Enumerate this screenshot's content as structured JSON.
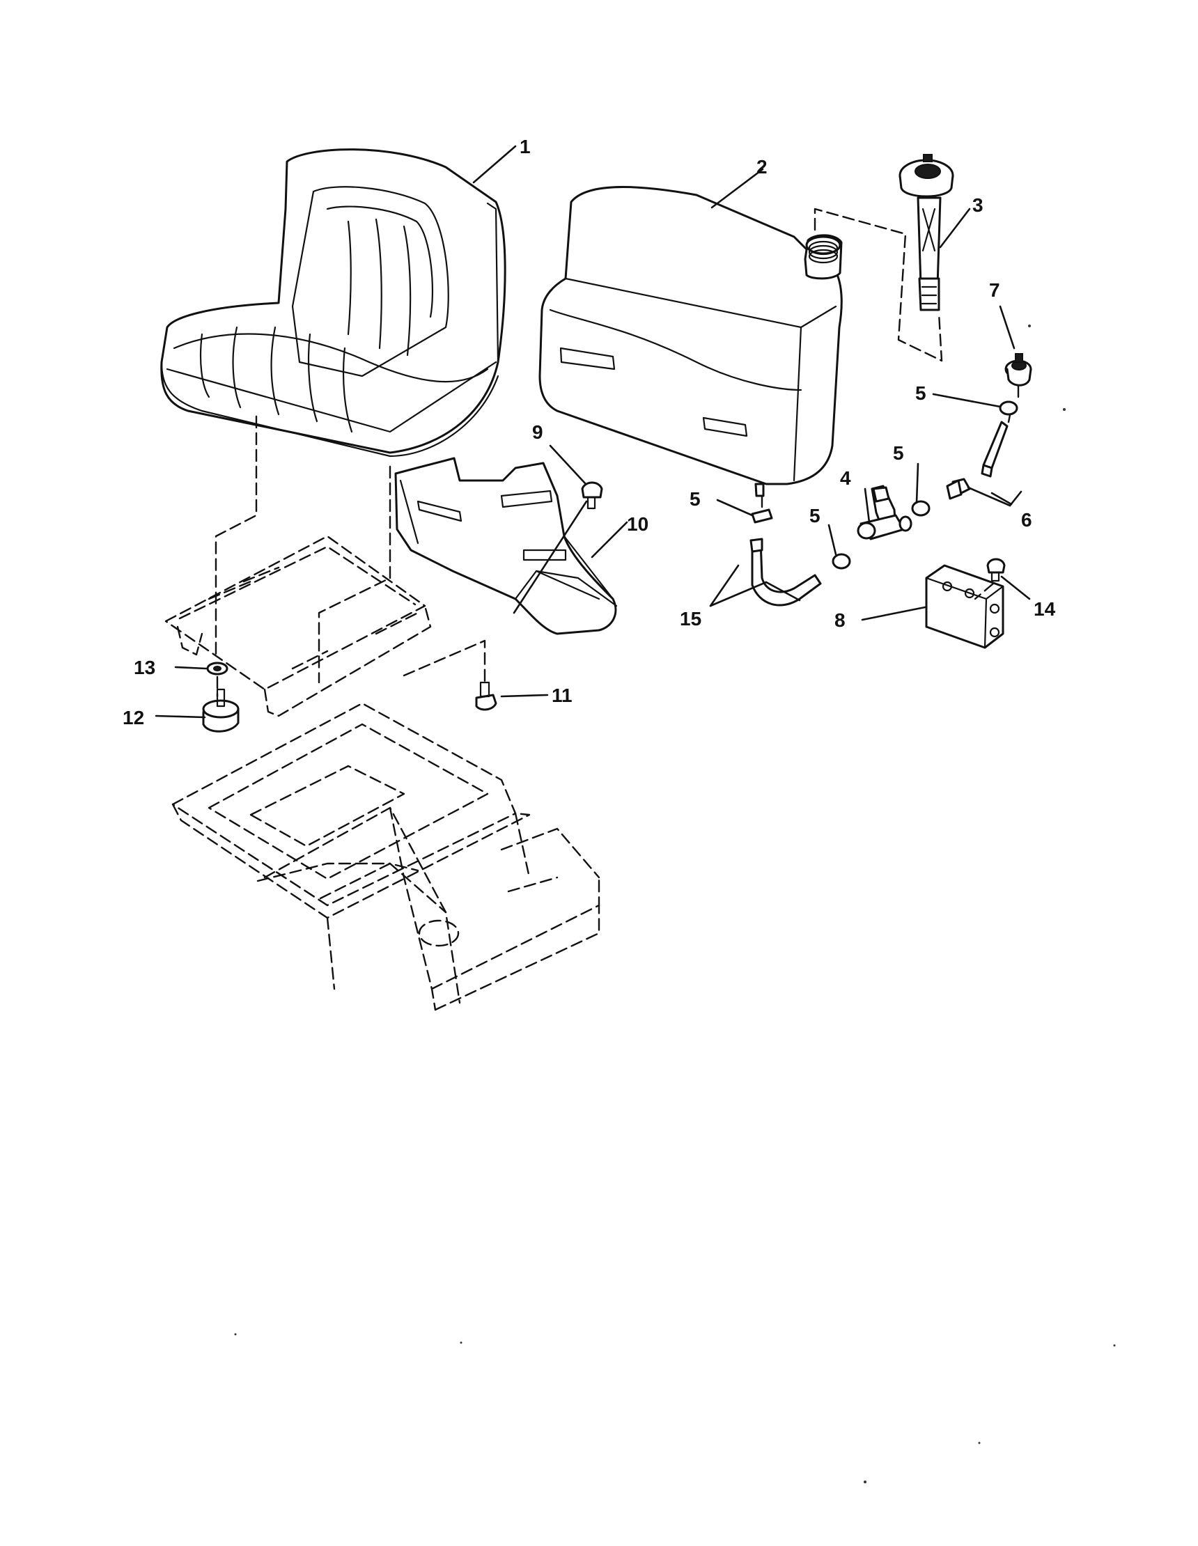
{
  "diagram": {
    "callouts": [
      {
        "id": "1",
        "label": "1"
      },
      {
        "id": "2",
        "label": "2"
      },
      {
        "id": "3",
        "label": "3"
      },
      {
        "id": "4",
        "label": "4"
      },
      {
        "id": "5a",
        "label": "5"
      },
      {
        "id": "5b",
        "label": "5"
      },
      {
        "id": "5c",
        "label": "5"
      },
      {
        "id": "5d",
        "label": "5"
      },
      {
        "id": "6",
        "label": "6"
      },
      {
        "id": "7",
        "label": "7"
      },
      {
        "id": "8",
        "label": "8"
      },
      {
        "id": "9",
        "label": "9"
      },
      {
        "id": "10",
        "label": "10"
      },
      {
        "id": "11",
        "label": "11"
      },
      {
        "id": "12",
        "label": "12"
      },
      {
        "id": "13",
        "label": "13"
      },
      {
        "id": "14",
        "label": "14"
      },
      {
        "id": "15",
        "label": "15"
      }
    ]
  }
}
